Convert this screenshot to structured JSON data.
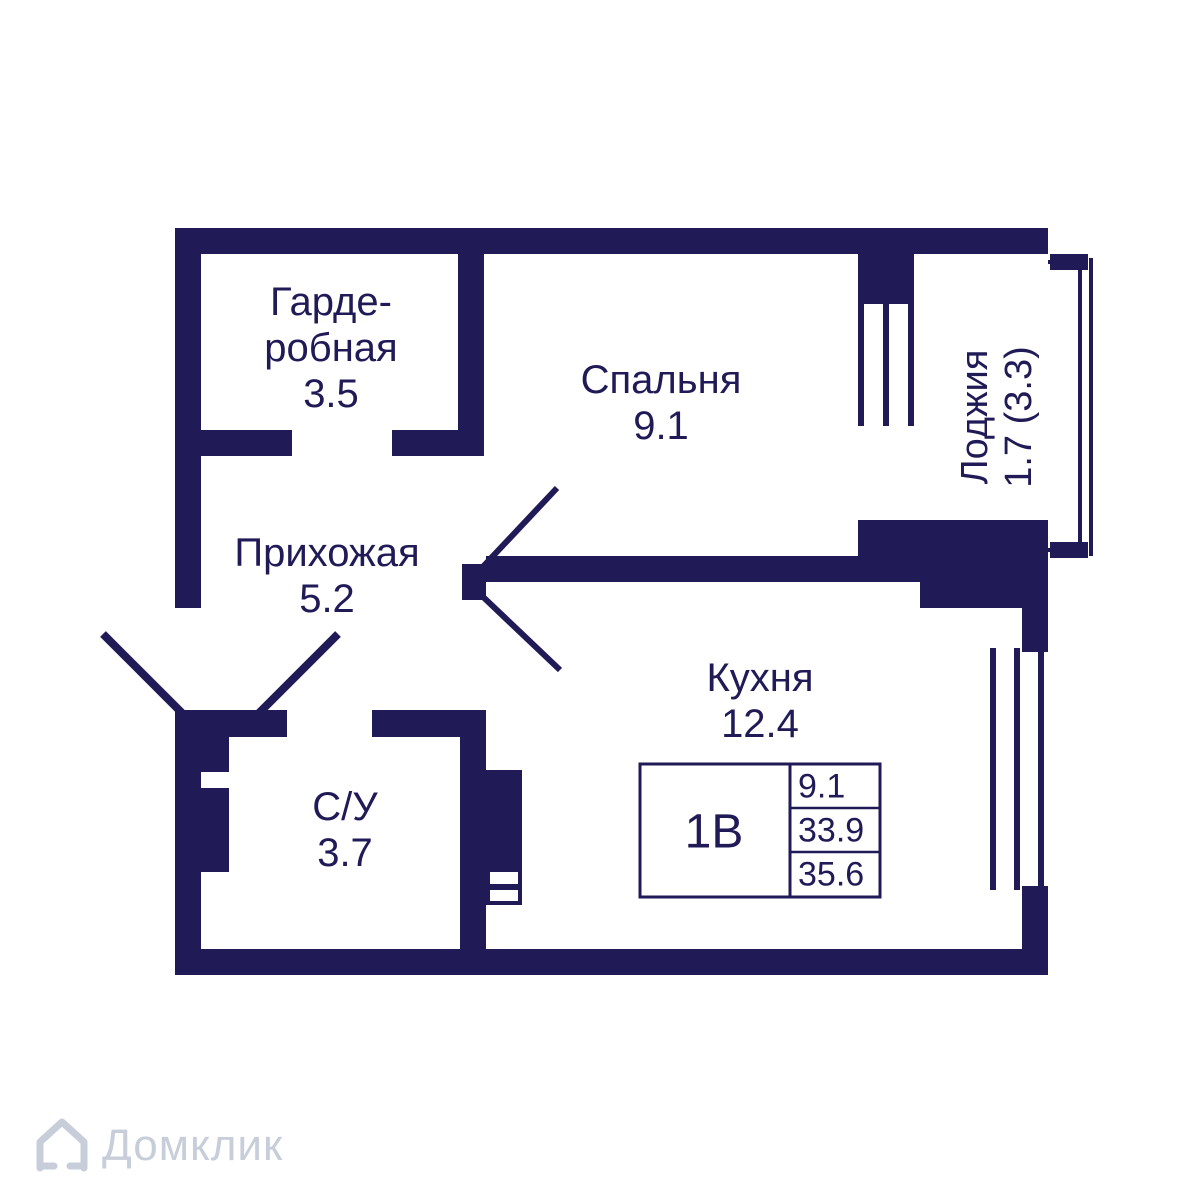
{
  "floorplan": {
    "rooms": {
      "wardrobe": {
        "label_line1": "Гарде-",
        "label_line2": "робная",
        "area": "3.5"
      },
      "bedroom": {
        "label": "Спальня",
        "area": "9.1"
      },
      "hallway": {
        "label": "Прихожая",
        "area": "5.2"
      },
      "bathroom": {
        "label": "С/У",
        "area": "3.7"
      },
      "kitchen": {
        "label": "Кухня",
        "area": "12.4"
      },
      "loggia": {
        "label": "Лоджия",
        "area": "1.7 (3.3)"
      }
    },
    "info_box": {
      "unit_type": "1В",
      "rows": [
        "9.1",
        "33.9",
        "35.6"
      ]
    }
  },
  "watermark": {
    "brand": "Домклик"
  },
  "colors": {
    "wall": "#201a57",
    "text": "#201a57",
    "watermark": "#c7cdd9",
    "background": "#ffffff"
  }
}
